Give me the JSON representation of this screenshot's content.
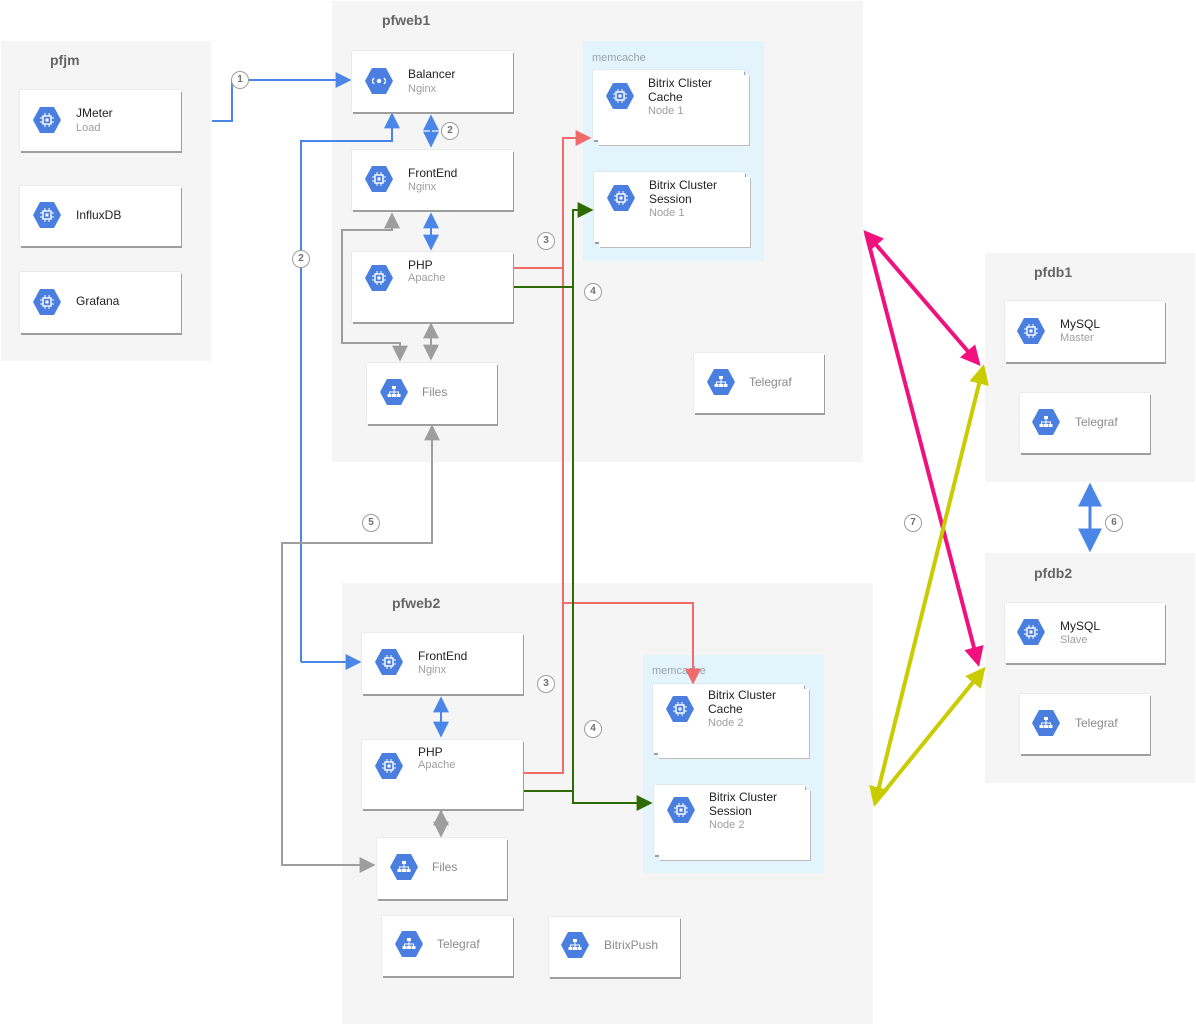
{
  "zones": {
    "pfjm": "pfjm",
    "pfweb1": "pfweb1",
    "pfweb2": "pfweb2",
    "pfdb1": "pfdb1",
    "pfdb2": "pfdb2",
    "memcache1": "memcache",
    "memcache2": "memcache"
  },
  "nodes": {
    "jmeter": {
      "title": "JMeter",
      "sub": "Load",
      "icon": "chip-icon"
    },
    "influxdb": {
      "title": "InfluxDB",
      "icon": "chip-icon"
    },
    "grafana": {
      "title": "Grafana",
      "icon": "chip-icon"
    },
    "balancer": {
      "title": "Balancer",
      "sub": "Nginx",
      "icon": "load-balancer-icon"
    },
    "frontend1": {
      "title": "FrontEnd",
      "sub": "Nginx",
      "icon": "chip-icon"
    },
    "php1": {
      "title": "PHP",
      "sub": "Apache",
      "icon": "chip-icon"
    },
    "files1": {
      "title": "Files",
      "icon": "network-icon"
    },
    "telegraf_web1": {
      "title": "Telegraf",
      "icon": "network-icon"
    },
    "cache1": {
      "title": "Bitrix Clister Cache",
      "sub": "Node 1",
      "icon": "chip-icon"
    },
    "session1": {
      "title": "Bitrix Cluster Session",
      "sub": "Node 1",
      "icon": "chip-icon"
    },
    "frontend2": {
      "title": "FrontEnd",
      "sub": "Nginx",
      "icon": "chip-icon"
    },
    "php2": {
      "title": "PHP",
      "sub": "Apache",
      "icon": "chip-icon"
    },
    "files2": {
      "title": "Files",
      "icon": "network-icon"
    },
    "telegraf_web2": {
      "title": "Telegraf",
      "icon": "network-icon"
    },
    "bitrixpush": {
      "title": "BitrixPush",
      "icon": "network-icon"
    },
    "cache2": {
      "title": "Bitrix Cluster Cache",
      "sub": "Node 2",
      "icon": "chip-icon"
    },
    "session2": {
      "title": "Bitrix Cluster Session",
      "sub": "Node 2",
      "icon": "chip-icon"
    },
    "mysql_master": {
      "title": "MySQL",
      "sub": "Master",
      "icon": "chip-icon"
    },
    "telegraf_db1": {
      "title": "Telegraf",
      "icon": "network-icon"
    },
    "mysql_slave": {
      "title": "MySQL",
      "sub": "Slave",
      "icon": "chip-icon"
    },
    "telegraf_db2": {
      "title": "Telegraf",
      "icon": "network-icon"
    }
  },
  "steps": {
    "s1": "1",
    "s2a": "2",
    "s2b": "2",
    "s3a": "3",
    "s3b": "3",
    "s4a": "4",
    "s4b": "4",
    "s5": "5",
    "s6": "6",
    "s7": "7"
  },
  "colors": {
    "blue": "#4a86e8",
    "gray": "#9e9e9e",
    "red": "#f26b6b",
    "green": "#2e6b00",
    "magenta": "#f0117f",
    "yellow": "#c9cc00",
    "icon": "#4a7fe0",
    "zone": "#f5f5f5",
    "memcache": "#e3f4fd"
  }
}
